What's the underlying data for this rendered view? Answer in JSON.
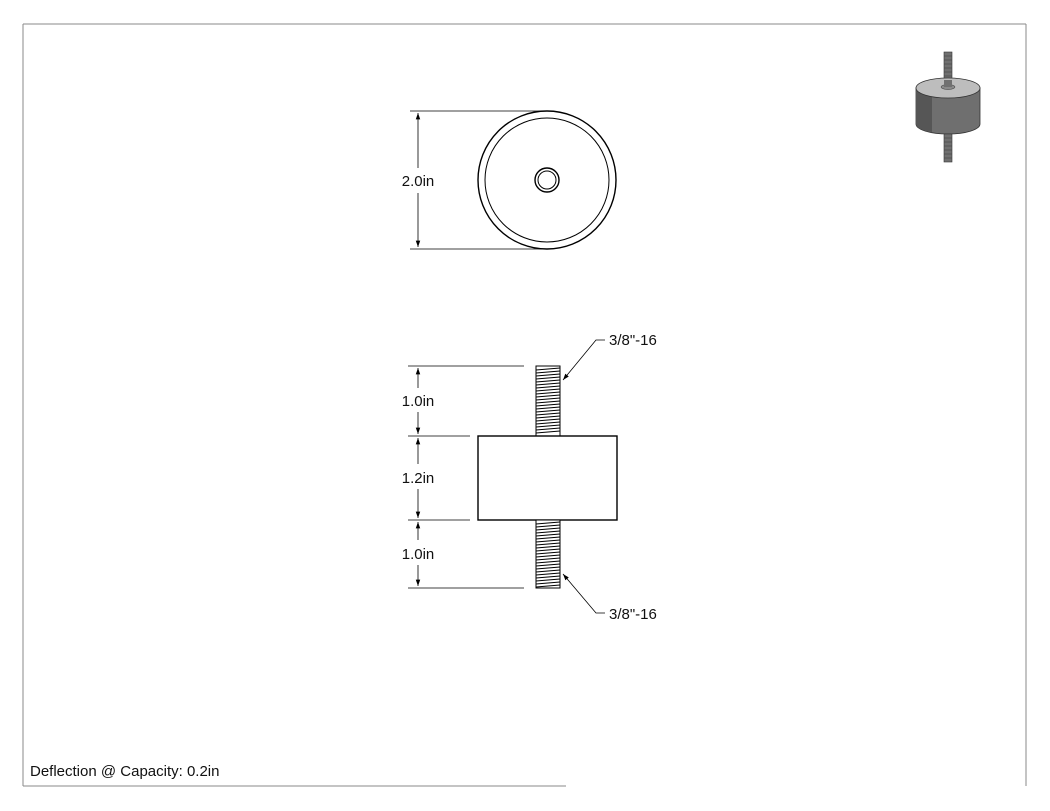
{
  "top_view": {
    "diameter_label": "2.0in"
  },
  "side_view": {
    "top_stud_length_label": "1.0in",
    "body_height_label": "1.2in",
    "bottom_stud_length_label": "1.0in",
    "top_thread_callout": "3/8\"-16",
    "bottom_thread_callout": "3/8\"-16"
  },
  "notes": {
    "deflection": "Deflection @ Capacity: 0.2in"
  },
  "colors": {
    "line": "#000000",
    "frame": "#8a8a8a",
    "iso_body": "#6f6f6f",
    "iso_top": "#bdbdbd"
  }
}
